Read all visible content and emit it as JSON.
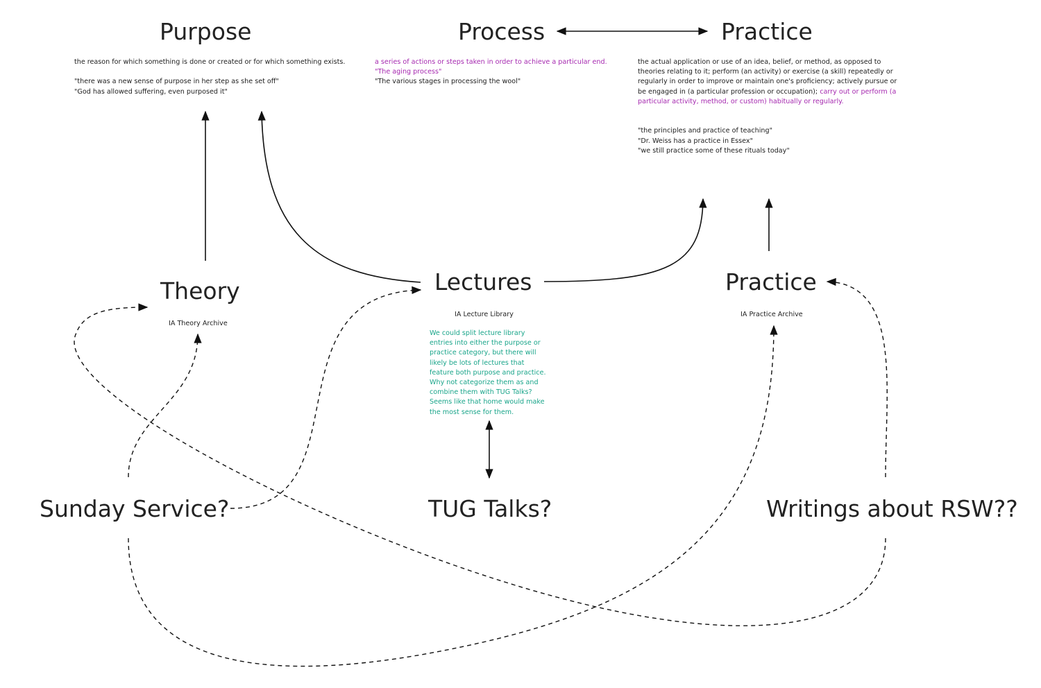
{
  "nodes": {
    "purpose": "Purpose",
    "process": "Process",
    "practice_top": "Practice",
    "theory": "Theory",
    "lectures": "Lectures",
    "practice_mid": "Practice",
    "sunday": "Sunday Service?",
    "tug": "TUG Talks?",
    "writings": "Writings about RSW??"
  },
  "definitions": {
    "purpose": {
      "line1": "the reason for which something is done or created or for which something exists.",
      "ex1": "\"there was a new sense of purpose in her step as she set off\"",
      "ex2": "\"God has allowed suffering, even purposed it\""
    },
    "process": {
      "line1": "a series of actions or steps taken in order to achieve a particular end.",
      "ex1": "\"The aging process\"",
      "ex2": "\"The various stages in processing the wool\""
    },
    "practice": {
      "main": "the actual application or use of an idea, belief, or method, as opposed to theories relating to it; perform (an activity) or exercise (a skill) repeatedly or regularly in order to improve or maintain one's proficiency; actively pursue or be engaged in (a particular profession or occupation);",
      "highlight": "carry out or perform (a particular activity, method, or custom) habitually or regularly.",
      "ex1": "\"the principles and practice of teaching\"",
      "ex2": "\"Dr. Weiss has a practice in Essex\"",
      "ex3": "\"we still practice some of these rituals today\""
    }
  },
  "sublabels": {
    "theory": "IA Theory Archive",
    "lectures": "IA Lecture Library",
    "practice": "IA Practice Archive"
  },
  "lecture_note": "We could split lecture library entries into either the purpose or practice category, but there will likely be lots of lectures that feature both purpose and practice. Why not categorize them as and combine them with TUG Talks? Seems like that home would make the most sense for them.",
  "colors": {
    "text": "#222222",
    "highlight_purple": "#a62ab0",
    "note_teal": "#19a58a",
    "background": "#ffffff"
  }
}
